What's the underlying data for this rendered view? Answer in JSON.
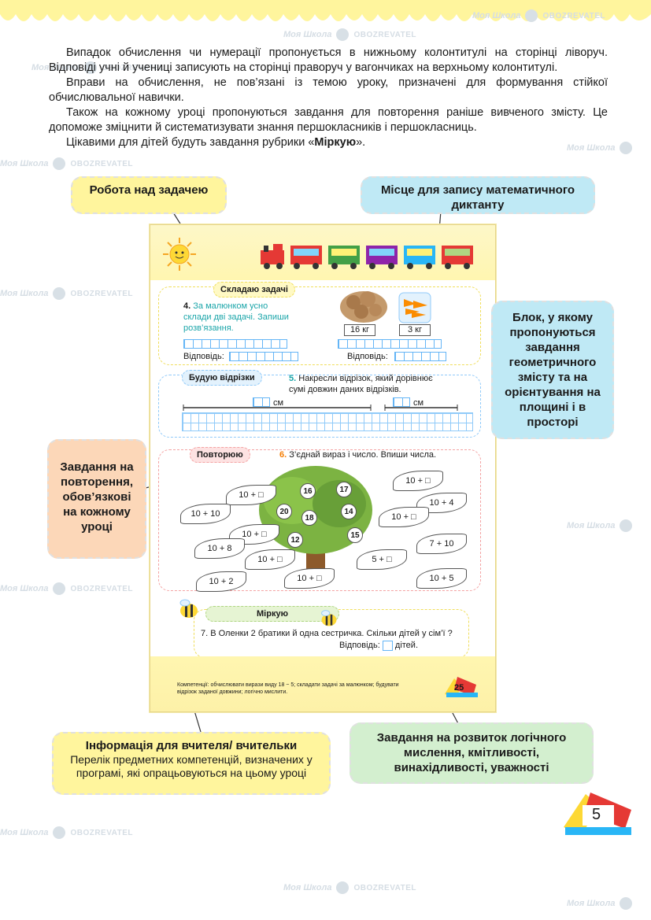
{
  "intro": {
    "p1": "Випадок обчислення чи нумерації пропонується в нижньому колонтитулі на сторінці ліворуч. Відповіді учні й учениці записують на сторінці праворуч у вагончиках на верхньому колонтитулі.",
    "p2": "Вправи на обчислення, не пов’язані із темою уроку, призначені для формування стійкої обчислювальної навички.",
    "p3": "Також на кожному уроці пропонуються завдання для повторення раніше вивченого змісту. Це допоможе зміцнити й систематизувати знання першокласників і першокласниць.",
    "p4_before": "Цікавими для дітей будуть завдання рубрики «",
    "p4_bold": "Міркую",
    "p4_after": "»."
  },
  "callouts": {
    "task_work": "Робота над задачею",
    "dictation": "Місце для запису математичного диктанту",
    "geometry": "Блок, у якому пропонуються завдання геометричного змісту та на орієнтування на площині і в просторі",
    "repetition": "Завдання на повторення, обов’язкові на кожному уроці",
    "teacher_info_title": "Інформація для вчителя/ вчительки",
    "teacher_info_text": "Перелік предметних компетенцій, визначених у програмі, які опрацьовуються на цьому уроці",
    "logic": "Завдання на розвиток логічного мислення, кмітливості, винахідливості, уважності"
  },
  "workbook": {
    "sec1_label": "Складаю задачі",
    "task4_num": "4.",
    "task4_text": "За малюнком усно склади дві задачі. Запиши розв’язання.",
    "weight1": "16 кг",
    "weight2": "3 кг",
    "answer_label": "Відповідь:",
    "sec2_label": "Будую відрізки",
    "task5_num": "5.",
    "task5_text": "Накресли відрізок, який дорівнює сумі довжин даних відрізків.",
    "cm": "см",
    "sec3_label": "Повторюю",
    "task6_num": "6.",
    "task6_text": "З’єднай вираз і число. Впиши числа.",
    "leaves": [
      "10 + □",
      "10 + □",
      "10 + 4",
      "10 + 10",
      "10 + □",
      "10 + □",
      "10 + 8",
      "7 + 10",
      "10 + □",
      "5 + □",
      "10 + □",
      "10 + 2",
      "10 + 5"
    ],
    "circles": [
      "16",
      "17",
      "20",
      "18",
      "14",
      "12",
      "15"
    ],
    "sec4_label": "Міркую",
    "task7_text": "7. В Оленки 2 братики й одна сестричка. Скільки дітей у сім’ї ?",
    "task7_answer": "Відповідь:",
    "task7_answer_tail": "дітей.",
    "competencies": "Компетенції: обчислювати вирази виду 18 − 5; складати задачі за малюнком; будувати відрізок заданої довжини; логічно мислити.",
    "page_number": "25"
  },
  "page_number": "5",
  "watermark": {
    "brand": "Моя Школа",
    "obo": "OBOZREVATEL"
  },
  "colors": {
    "yellow": "#fff59d",
    "blue": "#bfe9f5",
    "orange": "#fcd7b8",
    "green": "#d3efcf",
    "teal": "#1aa5a9"
  }
}
